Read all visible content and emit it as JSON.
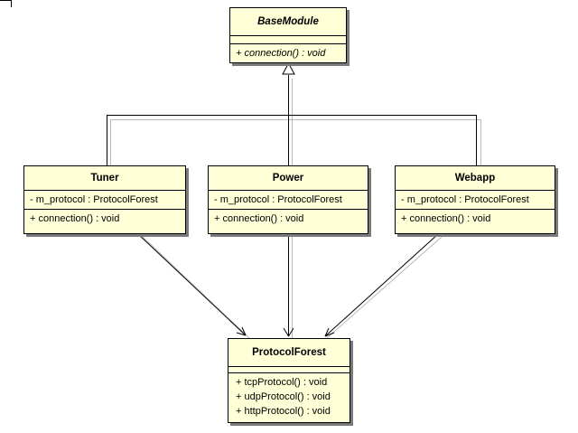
{
  "diagram": {
    "type": "uml-class-diagram",
    "classes": {
      "base": {
        "name": "BaseModule",
        "abstract": true,
        "attributes": [],
        "operations": [
          "+ connection() : void"
        ]
      },
      "tuner": {
        "name": "Tuner",
        "attributes": [
          "- m_protocol : ProtocolForest"
        ],
        "operations": [
          "+ connection() : void"
        ]
      },
      "power": {
        "name": "Power",
        "attributes": [
          "- m_protocol : ProtocolForest"
        ],
        "operations": [
          "+ connection() : void"
        ]
      },
      "webapp": {
        "name": "Webapp",
        "attributes": [
          "- m_protocol : ProtocolForest"
        ],
        "operations": [
          "+ connection() : void"
        ]
      },
      "forest": {
        "name": "ProtocolForest",
        "attributes": [],
        "operations": [
          "+ tcpProtocol() : void",
          "+ udpProtocol() : void",
          "+ httpProtocol() : void"
        ]
      }
    },
    "relations": [
      {
        "type": "generalization",
        "from": "Tuner",
        "to": "BaseModule"
      },
      {
        "type": "generalization",
        "from": "Power",
        "to": "BaseModule"
      },
      {
        "type": "generalization",
        "from": "Webapp",
        "to": "BaseModule"
      },
      {
        "type": "association",
        "from": "Tuner",
        "to": "ProtocolForest"
      },
      {
        "type": "association",
        "from": "Power",
        "to": "ProtocolForest"
      },
      {
        "type": "association",
        "from": "Webapp",
        "to": "ProtocolForest"
      }
    ],
    "colors": {
      "class_fill": "#ffffd8",
      "border": "#000000",
      "shadow": "#7a7a7a",
      "line": "#000000",
      "line_shadow": "#b0b0b0"
    }
  }
}
